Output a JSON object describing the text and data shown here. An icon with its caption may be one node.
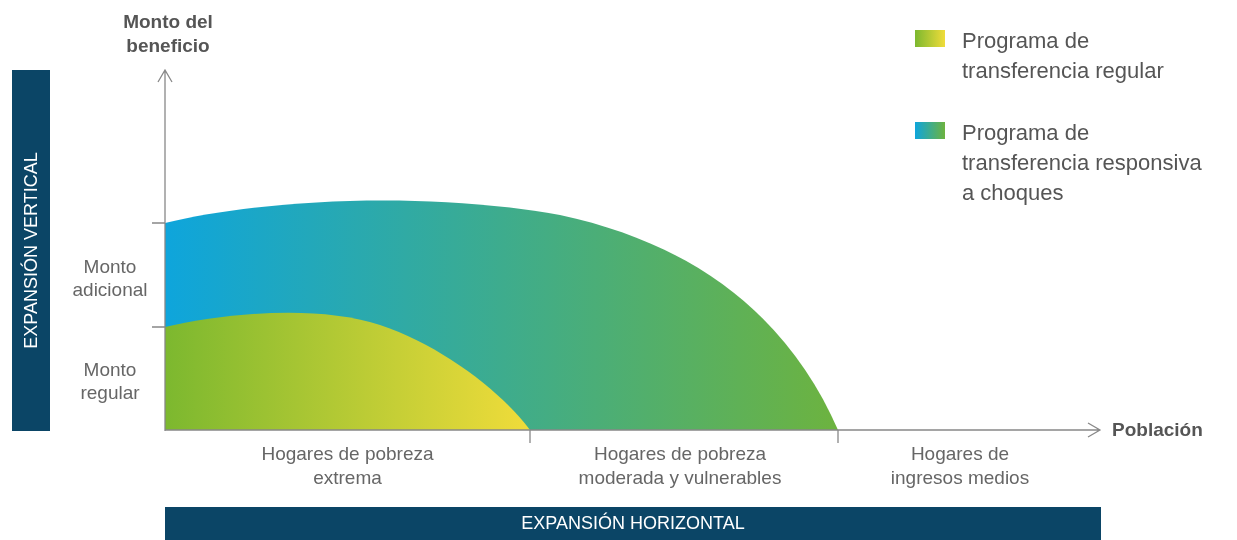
{
  "diagram": {
    "nodes": [
      {
        "text": [
          "EXPANSIÓN VERTICAL"
        ]
      },
      {
        "text": [
          "EXPANSIÓN HORIZONTAL"
        ]
      }
    ],
    "labels": [
      "Monto del beneficio",
      "Población",
      "Monto adicional",
      "Monto regular",
      "Hogares de pobreza extrema",
      "Hogares de pobreza moderada y vulnerables",
      "Hogares de ingresos medios"
    ],
    "legend": [
      {
        "text": "Programa de transferencia regular"
      },
      {
        "text": "Programa de transferencia responsiva a choques"
      }
    ]
  }
}
